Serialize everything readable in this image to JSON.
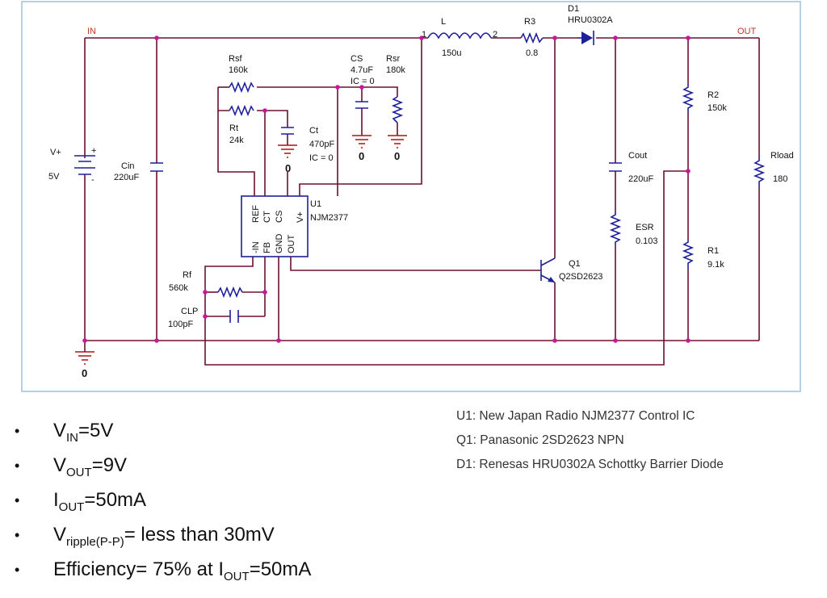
{
  "nets": {
    "in": "IN",
    "out": "OUT"
  },
  "components": {
    "vsrc": {
      "name": "V+",
      "value": "5V"
    },
    "cin": {
      "name": "Cin",
      "value": "220uF"
    },
    "rsf": {
      "name": "Rsf",
      "value": "160k"
    },
    "rt": {
      "name": "Rt",
      "value": "24k"
    },
    "ct": {
      "name": "Ct",
      "value": "470pF",
      "ic": "IC = 0"
    },
    "cs": {
      "name": "CS",
      "value": "4.7uF",
      "ic": "IC = 0"
    },
    "rsr": {
      "name": "Rsr",
      "value": "180k"
    },
    "l": {
      "name": "L",
      "value": "150u",
      "pin1": "1",
      "pin2": "2"
    },
    "r3": {
      "name": "R3",
      "value": "0.8"
    },
    "d1": {
      "name": "D1",
      "value": "HRU0302A"
    },
    "cout": {
      "name": "Cout",
      "value": "220uF"
    },
    "esr": {
      "name": "ESR",
      "value": "0.103"
    },
    "r2": {
      "name": "R2",
      "value": "150k"
    },
    "r1": {
      "name": "R1",
      "value": "9.1k"
    },
    "rload": {
      "name": "Rload",
      "value": "180"
    },
    "q1": {
      "name": "Q1",
      "value": "Q2SD2623"
    },
    "rf": {
      "name": "Rf",
      "value": "560k"
    },
    "clp": {
      "name": "CLP",
      "value": "100pF"
    },
    "u1": {
      "name": "U1",
      "value": "NJM2377",
      "pins_top": [
        "REF",
        "CT",
        "CS",
        "V+"
      ],
      "pins_bottom": [
        "-IN",
        "FB",
        "GND",
        "OUT"
      ]
    }
  },
  "ground_label": "0",
  "specs": [
    {
      "main": "V",
      "sub": "IN",
      "rest": "=5V"
    },
    {
      "main": "V",
      "sub": "OUT",
      "rest": "=9V"
    },
    {
      "main": "I",
      "sub": "OUT",
      "rest": "=50mA"
    },
    {
      "main": "V",
      "sub": "ripple(P-P)",
      "rest": "= less than 30mV"
    },
    {
      "main": "Efficiency= 75% at I",
      "sub": "OUT",
      "rest": "=50mA"
    }
  ],
  "bullet": "•",
  "parts": [
    "U1: New Japan Radio NJM2377 Control IC",
    "Q1: Panasonic 2SD2623  NPN",
    "D1: Renesas HRU0302A Schottky Barrier Diode"
  ]
}
